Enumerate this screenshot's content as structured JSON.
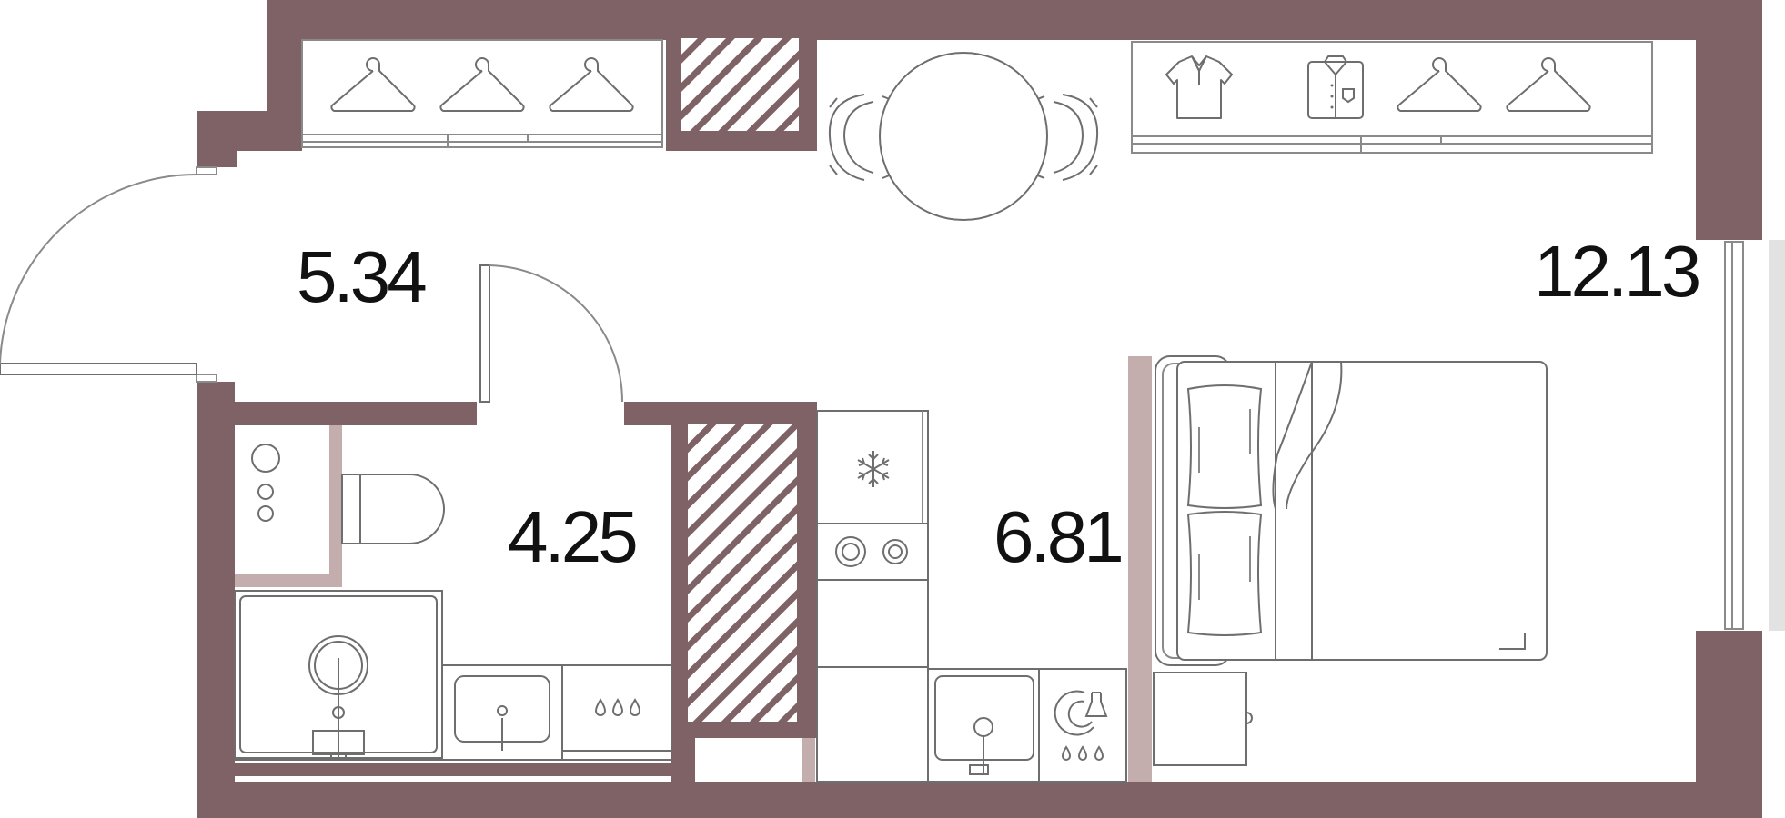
{
  "plan": {
    "rooms": [
      {
        "id": "hallway",
        "area": "5.34"
      },
      {
        "id": "bathroom",
        "area": "4.25"
      },
      {
        "id": "kitchen",
        "area": "6.81"
      },
      {
        "id": "living",
        "area": "12.13"
      }
    ]
  },
  "colors": {
    "wall": "#7e6266",
    "partition": "#c4adad",
    "furniture_stroke": "#8a8a8a",
    "label": "#111111",
    "background": "#ffffff"
  }
}
